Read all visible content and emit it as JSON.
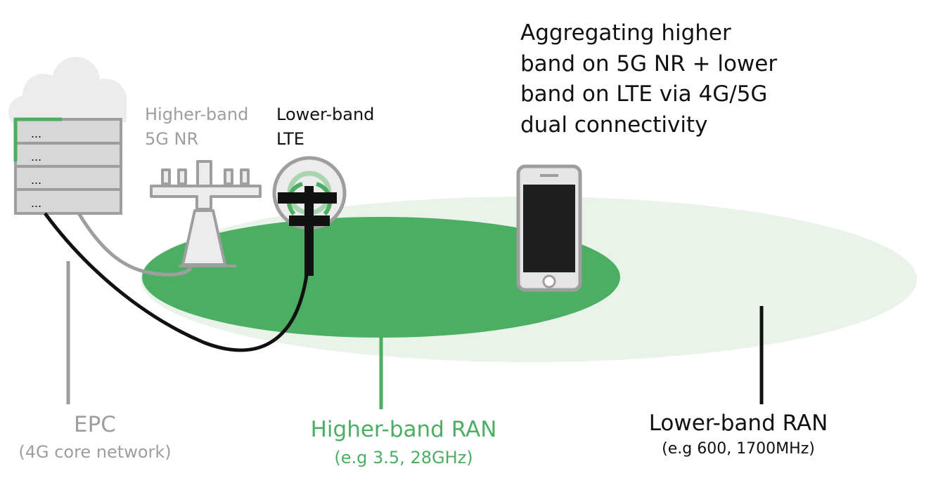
{
  "headline": {
    "lines": [
      "Aggregating higher",
      "band on 5G NR + lower",
      "band on LTE via 4G/5G",
      "dual connectivity"
    ]
  },
  "towers": {
    "higher_band": {
      "line1": "Higher-band",
      "line2": "5G NR"
    },
    "lower_band": {
      "line1": "Lower-band",
      "line2": "LTE"
    }
  },
  "server": {
    "slot_label": "..."
  },
  "labels": {
    "epc": {
      "title": "EPC",
      "subtitle": "(4G core network)"
    },
    "higher_ran": {
      "title": "Higher-band RAN",
      "subtitle": "(e.g 3.5, 28GHz)"
    },
    "lower_ran": {
      "title": "Lower-band RAN",
      "subtitle": "(e.g 600, 1700MHz)"
    }
  },
  "colors": {
    "green": "#4cae63",
    "light_green": "#e9f3ea",
    "gray": "#9e9e9e",
    "black": "#111111",
    "cloud": "#ececec"
  },
  "icons": [
    "cloud-icon",
    "server-icon",
    "cell-tower-icon",
    "lte-antenna-icon",
    "smartphone-icon"
  ]
}
